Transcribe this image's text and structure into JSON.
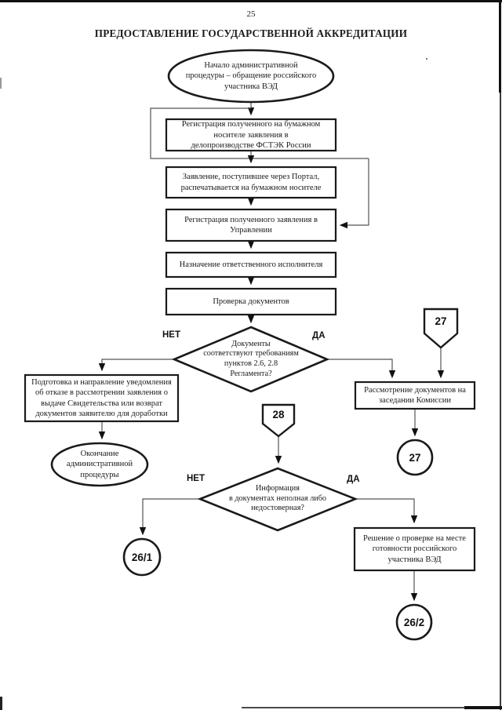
{
  "page": {
    "number": "25",
    "title": "ПРЕДОСТАВЛЕНИЕ ГОСУДАРСТВЕННОЙ АККРЕДИТАЦИИ"
  },
  "colors": {
    "ink": "#1a1a1a",
    "connector": "#555555",
    "paper": "#ffffff"
  },
  "nodes": {
    "start": {
      "type": "terminator",
      "text": "Начало административной\nпроцедуры – обращение российского\nучастника ВЭД"
    },
    "reg_paper": {
      "type": "process",
      "text": "Регистрация полученного на бумажном\nносителе заявления в\nделопроизводстве ФСТЭК России"
    },
    "portal_print": {
      "type": "process",
      "text": "Заявление, поступившее через Портал,\nраспечатывается на бумажном носителе"
    },
    "reg_upr": {
      "type": "process",
      "text": "Регистрация полученного заявления в\nУправлении"
    },
    "assign_exec": {
      "type": "process",
      "text": "Назначение ответственного исполнителя"
    },
    "check_docs": {
      "type": "process",
      "text": "Проверка документов"
    },
    "decision_docs": {
      "type": "decision",
      "text": "Документы\nсоответствуют требованиям\nпунктов 2.6, 2.8\nРегламента?",
      "no_label": "НЕТ",
      "yes_label": "ДА"
    },
    "offpage_27": {
      "type": "offpage-connector",
      "text": "27"
    },
    "commission": {
      "type": "process",
      "text": "Рассмотрение документов на\nзаседании Комиссии"
    },
    "connector_27": {
      "type": "connector",
      "text": "27"
    },
    "refusal": {
      "type": "process",
      "text": "Подготовка и направление уведомления\nоб отказе в рассмотрении заявления о\nвыдаче Свидетельства или возврат\nдокументов заявителю для доработки"
    },
    "end": {
      "type": "terminator",
      "text": "Окончание\nадминистративной\nпроцедуры"
    },
    "offpage_28": {
      "type": "offpage-connector",
      "text": "28"
    },
    "decision_info": {
      "type": "decision",
      "text": "Информация\nв документах неполная либо\nнедостоверная?",
      "no_label": "НЕТ",
      "yes_label": "ДА"
    },
    "connector_26_1": {
      "type": "connector",
      "text": "26/1"
    },
    "onsite_check": {
      "type": "process",
      "text": "Решение о проверке на месте\nготовности российского\nучастника ВЭД"
    },
    "connector_26_2": {
      "type": "connector",
      "text": "26/2"
    }
  }
}
